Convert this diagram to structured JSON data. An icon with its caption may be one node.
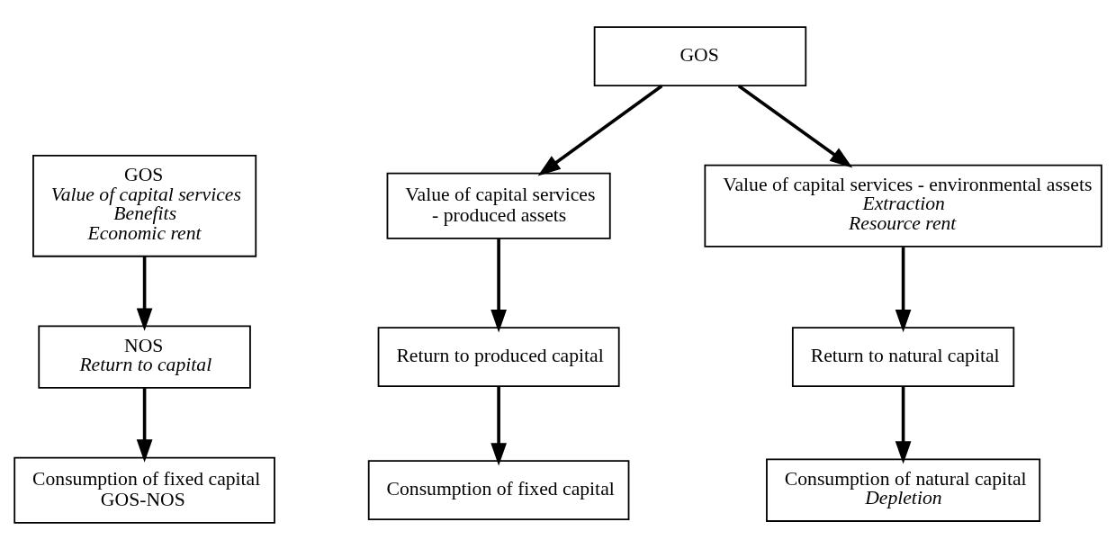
{
  "diagram": {
    "nodes": [
      {
        "text": [
          "GOS",
          "Value of capital services",
          "Benefits",
          "Economic rent"
        ]
      },
      {
        "text": [
          "NOS",
          "Return to capital"
        ]
      },
      {
        "text": [
          "Consumption of fixed capital",
          "GOS-NOS"
        ]
      },
      {
        "text": [
          "GOS"
        ]
      },
      {
        "text": [
          "Value of capital services",
          "- produced assets"
        ]
      },
      {
        "text": [
          "Return to produced capital"
        ]
      },
      {
        "text": [
          "Consumption of fixed capital"
        ]
      },
      {
        "text": [
          "Value of capital services - environmental assets",
          "Extraction",
          "Resource rent"
        ]
      },
      {
        "text": [
          "Return to natural capital"
        ]
      },
      {
        "text": [
          "Consumption of natural capital",
          "Depletion"
        ]
      }
    ],
    "edges": [
      {
        "from": 0,
        "to": 1,
        "arrow": "to"
      },
      {
        "from": 1,
        "to": 2,
        "arrow": "to"
      },
      {
        "from": 3,
        "to": 4,
        "arrow": "to"
      },
      {
        "from": 3,
        "to": 7,
        "arrow": "to"
      },
      {
        "from": 4,
        "to": 5,
        "arrow": "to"
      },
      {
        "from": 5,
        "to": 6,
        "arrow": "to"
      },
      {
        "from": 7,
        "to": 8,
        "arrow": "to"
      },
      {
        "from": 8,
        "to": 9,
        "arrow": "to"
      }
    ]
  }
}
